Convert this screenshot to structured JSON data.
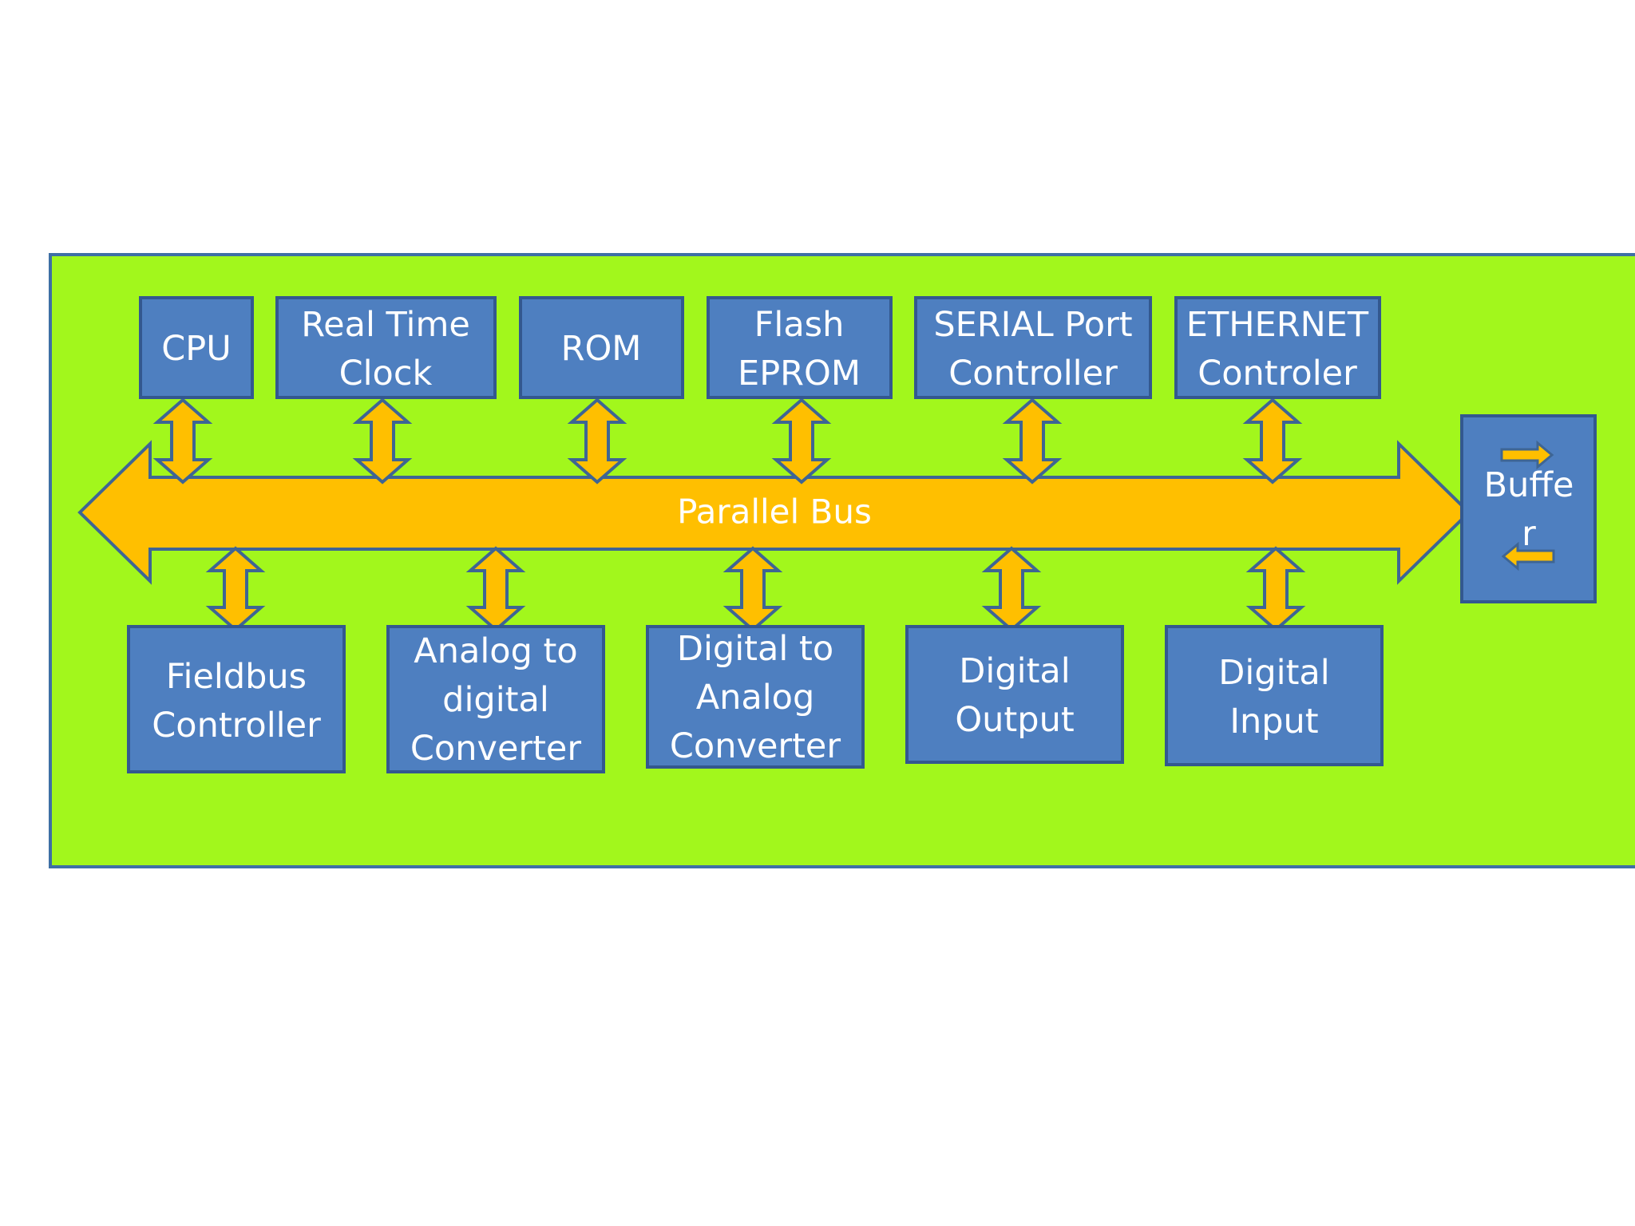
{
  "colors": {
    "background": "#ffffff",
    "board_fill": "#a2f71c",
    "board_stroke": "#3e6fa5",
    "box_fill": "#4e7fc0",
    "box_stroke": "#33588f",
    "arrow_fill": "#ffbf00",
    "arrow_stroke": "#3e6594",
    "text": "#ffffff"
  },
  "bus": {
    "label": "Parallel Bus"
  },
  "top_row": [
    {
      "id": "cpu",
      "lines": [
        "CPU"
      ]
    },
    {
      "id": "real-time-clock",
      "lines": [
        "Real Time",
        "Clock"
      ]
    },
    {
      "id": "rom",
      "lines": [
        "ROM"
      ]
    },
    {
      "id": "flash-eprom",
      "lines": [
        "Flash",
        "EPROM"
      ]
    },
    {
      "id": "serial-port-controller",
      "lines": [
        "SERIAL Port",
        "Controller"
      ]
    },
    {
      "id": "ethernet-controler",
      "lines": [
        "ETHERNET",
        "Controler"
      ]
    }
  ],
  "bottom_row": [
    {
      "id": "fieldbus-controller",
      "lines": [
        "Fieldbus",
        "Controller"
      ]
    },
    {
      "id": "analog-to-digital-converter",
      "lines": [
        "Analog to",
        "digital",
        "Converter"
      ]
    },
    {
      "id": "digital-to-analog-converter",
      "lines": [
        "Digital to",
        "Analog",
        "Converter"
      ]
    },
    {
      "id": "digital-output",
      "lines": [
        "Digital",
        "Output"
      ]
    },
    {
      "id": "digital-input",
      "lines": [
        "Digital",
        "Input"
      ]
    }
  ],
  "buffer": {
    "lines": [
      "Buffe",
      "r"
    ]
  }
}
